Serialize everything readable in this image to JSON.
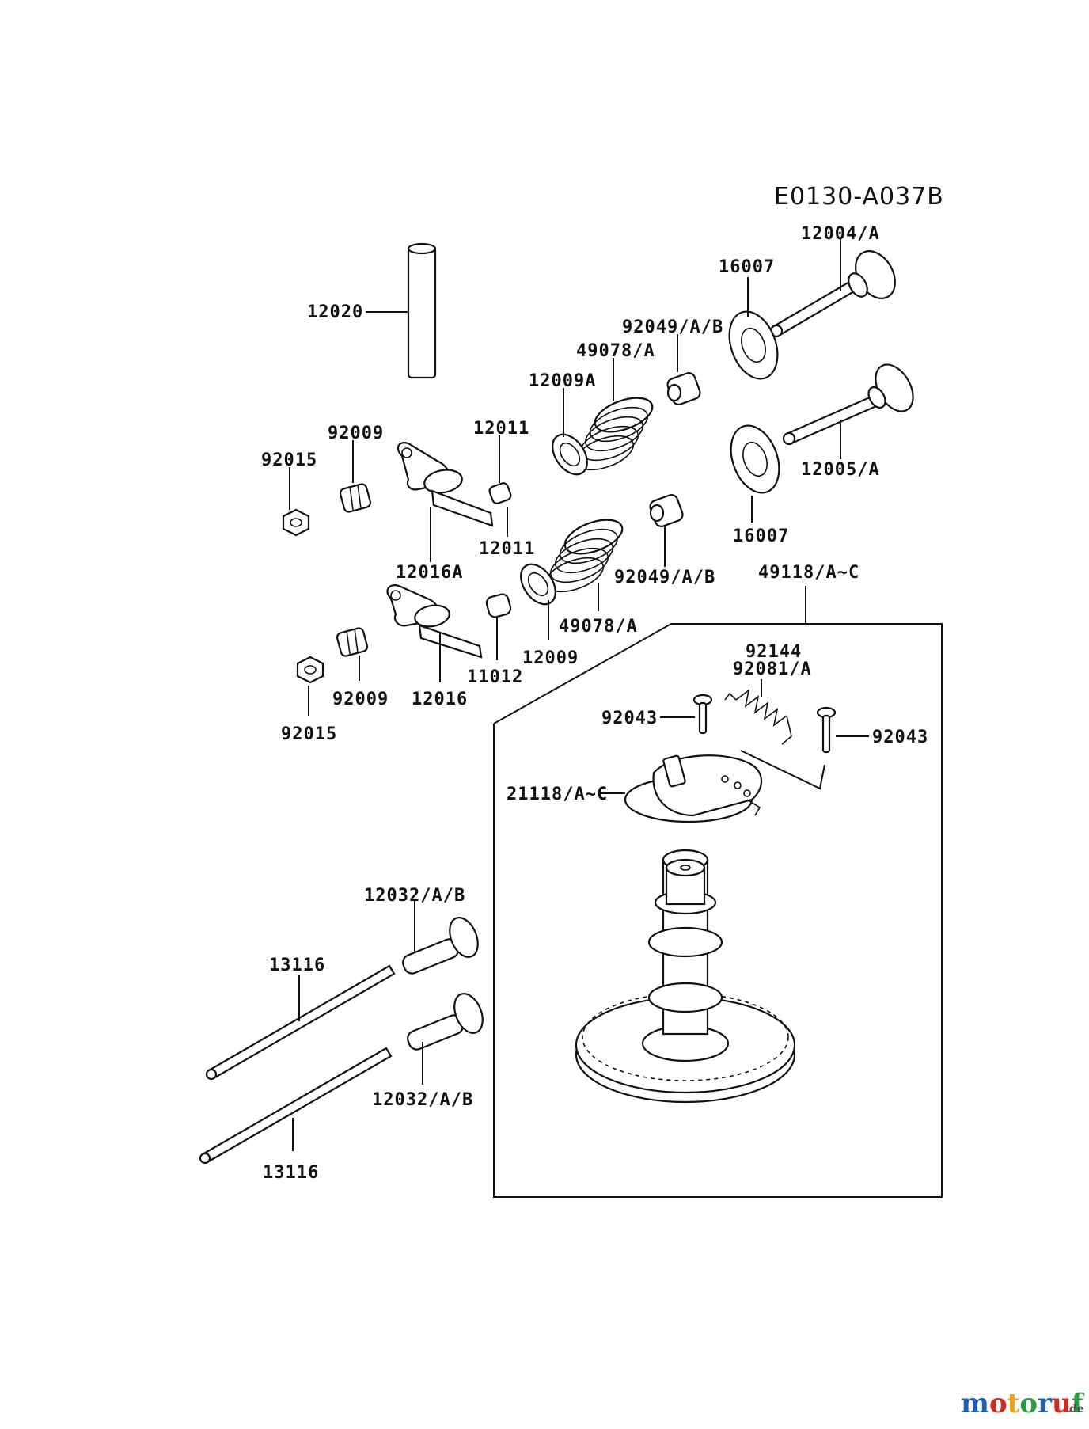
{
  "diagram": {
    "code": "E0130-A037B",
    "labels": {
      "p12004A": "12004/A",
      "p16007a": "16007",
      "p12020": "12020",
      "p92049a": "92049/A/B",
      "p49078a": "49078/A",
      "p12009A": "12009A",
      "p12011a": "12011",
      "p92009a": "92009",
      "p92015a": "92015",
      "p12005A": "12005/A",
      "p16007b": "16007",
      "p12016A": "12016A",
      "p12011b": "12011",
      "p92049b": "92049/A/B",
      "p49118": "49118/A~C",
      "p49078b": "49078/A",
      "p12009": "12009",
      "p11012": "11012",
      "p12016": "12016",
      "p92009b": "92009",
      "p92015b": "92015",
      "p92144": "92144",
      "p92081": "92081/A",
      "p92043a": "92043",
      "p92043b": "92043",
      "p21118": "21118/A~C",
      "p12032a": "12032/A/B",
      "p13116a": "13116",
      "p12032b": "12032/A/B",
      "p13116b": "13116"
    }
  },
  "watermark": {
    "brand": "motoruf",
    "suffix": ".de",
    "colors": [
      "#1f5fb0",
      "#d42a1e",
      "#f0a01a",
      "#2b9a3e",
      "#1f5fb0",
      "#d42a1e",
      "#2b9a3e"
    ]
  }
}
